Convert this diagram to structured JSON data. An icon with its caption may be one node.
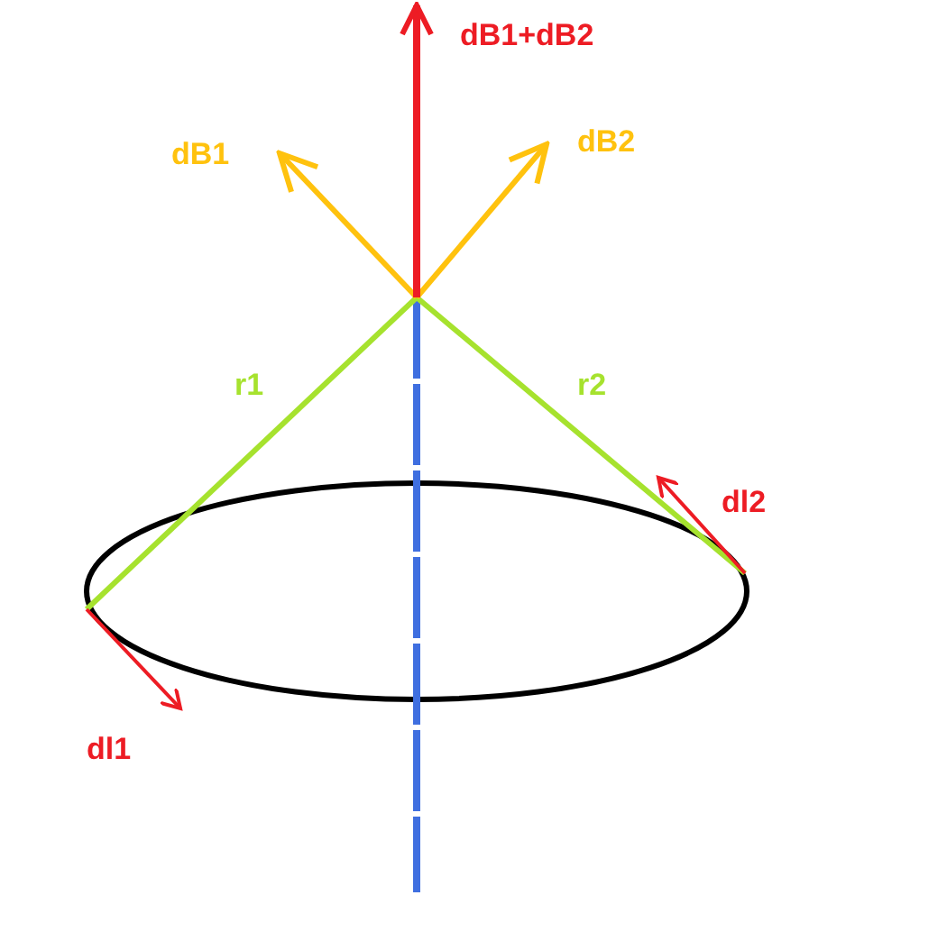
{
  "diagram": {
    "labels": [
      "dB1+dB2",
      "dB1",
      "dB2",
      "r1",
      "r2",
      "dl2",
      "dl1"
    ]
  }
}
